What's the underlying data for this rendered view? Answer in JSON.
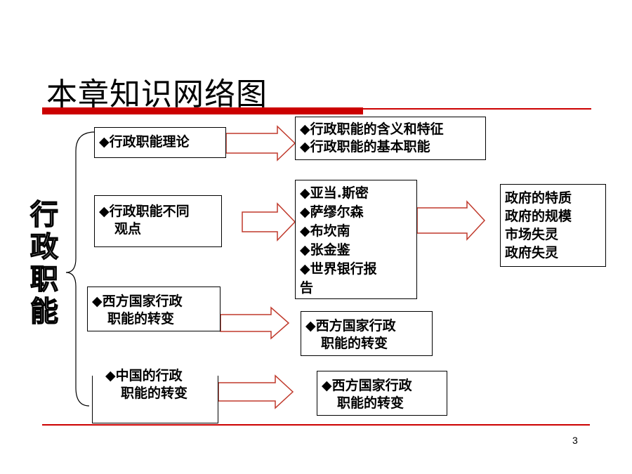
{
  "title": "本章知识网络图",
  "page_number": "3",
  "root": [
    "行",
    "政",
    "职",
    "能"
  ],
  "boxes": {
    "theory": [
      "◆行政职能理论"
    ],
    "theory_detail": [
      "◆行政职能的含义和特征",
      "◆行政职能的基本职能"
    ],
    "views": [
      "◆行政职能不同",
      "观点"
    ],
    "views_people": [
      "◆亚当.斯密",
      "◆萨缪尔森",
      "◆布坎南",
      "◆张金鉴",
      "◆世界银行报",
      "告"
    ],
    "views_topics": [
      "政府的特质",
      "政府的规模",
      "市场失灵",
      "政府失灵"
    ],
    "west": [
      "◆西方国家行政",
      "职能的转变"
    ],
    "west_detail": [
      "◆西方国家行政",
      "职能的转变"
    ],
    "china": [
      "◆中国的行政",
      "职能的转变"
    ],
    "china_detail": [
      "◆西方国家行政",
      "职能的转变"
    ]
  },
  "colors": {
    "accent": "#cc0000",
    "arrow_stroke": "#c0392b"
  }
}
